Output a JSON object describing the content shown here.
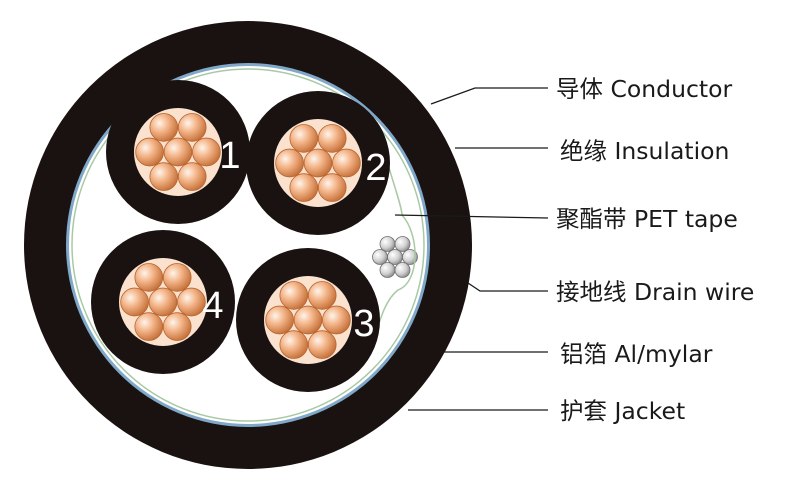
{
  "labels": [
    {
      "text": "导体 Conductor"
    },
    {
      "text": "绝缘 Insulation"
    },
    {
      "text": "聚酯带 PET tape"
    },
    {
      "text": "接地线 Drain wire"
    },
    {
      "text": "铝箔 Al/mylar"
    },
    {
      "text": "护套 Jacket"
    }
  ],
  "cores": [
    {
      "number": "1"
    },
    {
      "number": "2"
    },
    {
      "number": "3"
    },
    {
      "number": "4"
    }
  ],
  "colors": {
    "jacket": "#1a1210",
    "insulation": "#1a1210",
    "foil": "#7fa8c9",
    "filler": "#ffffff",
    "pet_tape": "#a9c9a4",
    "copper": "#d9864e",
    "copper_light": "#fbe2cf",
    "drain": "#b8b8b8",
    "leader": "#1a1a1a"
  }
}
